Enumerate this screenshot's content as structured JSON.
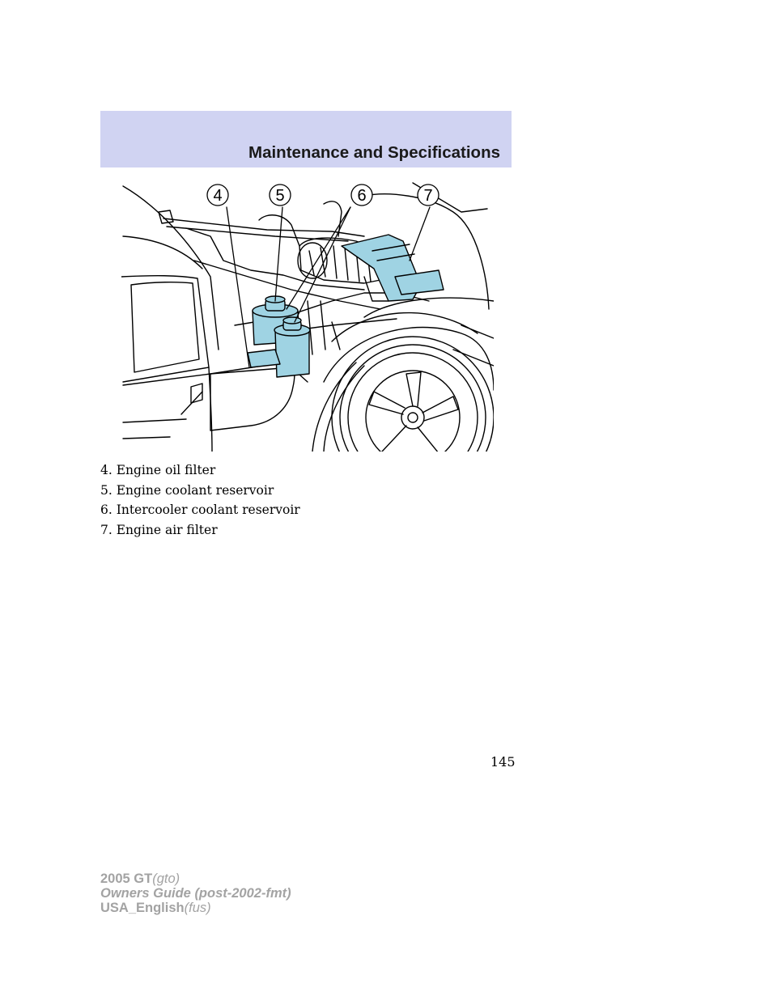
{
  "header": {
    "title": "Maintenance and Specifications"
  },
  "figure": {
    "callouts": [
      "4",
      "5",
      "6",
      "7"
    ],
    "highlight_color": "#9fd3e3"
  },
  "legend": [
    "4. Engine oil filter",
    "5. Engine coolant reservoir",
    "6. Intercooler coolant reservoir",
    "7. Engine air filter"
  ],
  "page_number": "145",
  "footer": {
    "line1": {
      "bold": "2005 GT",
      "italic": "(gto)"
    },
    "line2": {
      "bold": "Owners Guide (post-2002-fmt)"
    },
    "line3": {
      "bold": "USA_English",
      "italic": "(fus)"
    }
  }
}
